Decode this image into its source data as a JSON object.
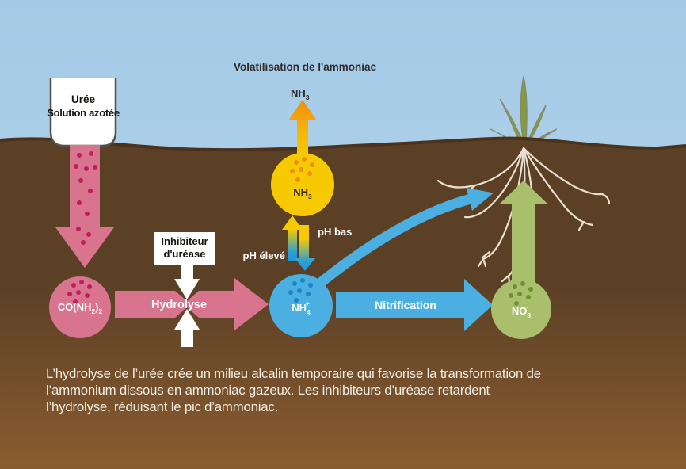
{
  "palette": {
    "sky_top": "#a3c9e6",
    "sky_bottom": "#badaef",
    "soil": "#5b4026",
    "soil_bottom": "#8a5c30",
    "soil_edge": "#4b321d",
    "pink": "#d9748f",
    "pink_dot": "#c01d5e",
    "yellow": "#f7c900",
    "orange": "#ee8e12",
    "blue": "#4bb0e1",
    "blue_dot": "#1b86c8",
    "green": "#a9bf6b",
    "green_dot": "#6d9231",
    "plant": "#7d9d40",
    "root": "#eae0cf",
    "white": "#ffffff",
    "caption_text": "#f2ede2"
  },
  "title": "Volatilisation de l'ammoniac",
  "beaker": {
    "line1": "Urée",
    "line2": "Solution azotée"
  },
  "inhibitor": {
    "line1": "Inhibiteur",
    "line2": "d'uréase"
  },
  "arrows": {
    "hydrolysis": "Hydrolyse",
    "nitrification": "Nitrification",
    "ph_high": "pH élevé",
    "ph_low": "pH bas"
  },
  "molecules": {
    "urea": {
      "main": "CO(NH",
      "sub1": "2",
      "close": ")",
      "sub2": "2"
    },
    "ammonia_gas": {
      "main": "NH",
      "sub": "3"
    },
    "ammonia": {
      "main": "NH",
      "sub": "3"
    },
    "ammonium": {
      "main": "NH",
      "sub": "4",
      "sup": "+"
    },
    "nitrate": {
      "main": "NO",
      "sub": "3",
      "sup": "-"
    }
  },
  "caption": {
    "line1": "L’hydrolyse de l’urée crée un milieu alcalin temporaire qui favorise la transformation de",
    "line2": "l’ammonium dissous en ammoniac gazeux. Les inhibiteurs d’uréase retardent",
    "line3": "l’hydrolyse, réduisant le pic d’ammoniac."
  }
}
